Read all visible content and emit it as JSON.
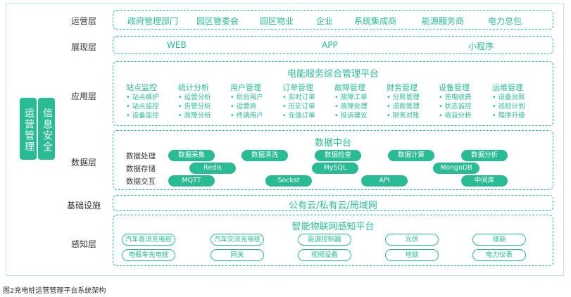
{
  "side_blocks": [
    "运营管理",
    "信息安全"
  ],
  "layers": {
    "operation": {
      "label": "运营层",
      "items": [
        "政府管理部门",
        "园区管委会",
        "园区物业",
        "企业",
        "系统集成商",
        "能源服务商",
        "电力总包"
      ]
    },
    "presentation": {
      "label": "展现层",
      "items": [
        "WEB",
        "APP",
        "小程序"
      ]
    },
    "application": {
      "label": "应用层",
      "title": "电能服务综合管理平台",
      "columns": [
        {
          "head": "站点监控",
          "items": [
            "站点维护",
            "站点监控",
            "设备监控"
          ]
        },
        {
          "head": "统计分析",
          "items": [
            "运营分析",
            "告警分析",
            "故障分析"
          ]
        },
        {
          "head": "用户管理",
          "items": [
            "后台用户",
            "运营商",
            "终端用户"
          ]
        },
        {
          "head": "订单管理",
          "items": [
            "实时订单",
            "历史订单",
            "充值订单"
          ]
        },
        {
          "head": "故障管理",
          "items": [
            "故障工单",
            "故障处理",
            "投诉建议"
          ]
        },
        {
          "head": "财务管理",
          "items": [
            "分账管理",
            "退款管理",
            "财务对账"
          ]
        },
        {
          "head": "设备管理",
          "items": [
            "充电收费",
            "状态监控",
            "收益分析"
          ]
        },
        {
          "head": "运维管理",
          "items": [
            "设备台账",
            "巡检计划",
            "程序升级"
          ]
        }
      ]
    },
    "data": {
      "label": "数据层",
      "title": "数据中台",
      "rows": [
        {
          "label": "数据处理",
          "pills": [
            "数据采集",
            "数据清洗",
            "数据检查",
            "数据计算",
            "数据分析"
          ]
        },
        {
          "label": "数据存储",
          "pills": [
            "Redis",
            "MySQL",
            "MongoDB"
          ]
        },
        {
          "label": "数据交互",
          "pills": [
            "MQTT",
            "Sockst",
            "API",
            "中间库"
          ]
        }
      ]
    },
    "infrastructure": {
      "label": "基础设施",
      "text": "公有云/私有云/局域网"
    },
    "perception": {
      "label": "感知层",
      "title": "智能物联网感知平台",
      "row1": [
        "汽车直流充电桩",
        "汽车交流充电桩",
        "能源控制器",
        "光伏",
        "储能"
      ],
      "row2": [
        "电瓶车充电桩",
        "网关",
        "视频设备",
        "地锁",
        "电力仪表"
      ]
    }
  },
  "caption": "图2充电桩运营管理平台系统架构"
}
